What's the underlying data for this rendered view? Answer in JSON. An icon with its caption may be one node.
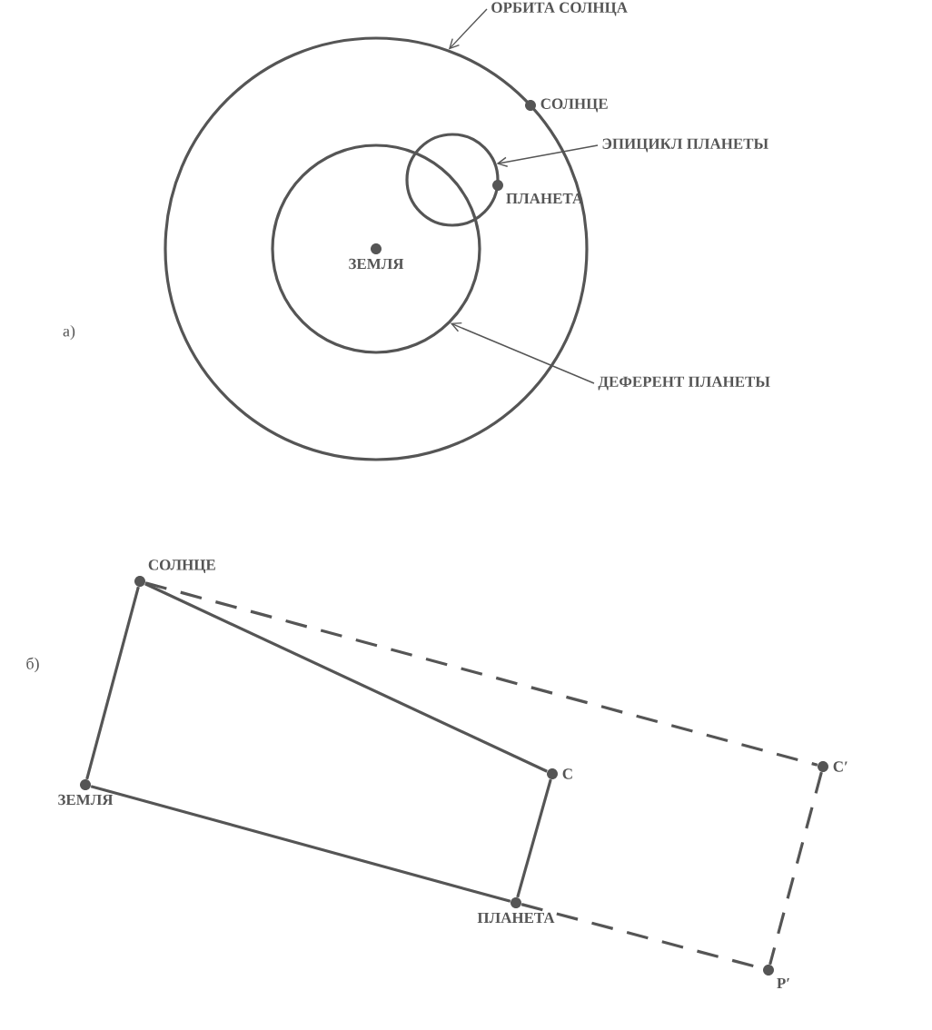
{
  "diagram": {
    "nodes": [
      {
        "text": [],
        "shape": "circle"
      },
      {
        "text": [],
        "shape": "circle",
        "in": 0
      },
      {
        "text": [],
        "shape": "circle",
        "in": 0
      },
      {
        "text": [
          "ЗЕМЛЯ"
        ],
        "in": 1
      },
      {
        "text": [
          "СОЛНЦЕ"
        ]
      },
      {
        "text": [
          "ПЛАНЕТА"
        ],
        "in": 0
      },
      {
        "text": [
          "ОРБИТА СОЛНЦА"
        ]
      },
      {
        "text": [
          "ЭПИЦИКЛ ПЛАНЕТЫ"
        ]
      },
      {
        "text": [
          "ДЕФЕРЕНТ ПЛАНЕТЫ"
        ]
      },
      {
        "text": [
          "СОЛНЦЕ"
        ]
      },
      {
        "text": [
          "ЗЕМЛЯ"
        ]
      },
      {
        "text": [
          "C"
        ]
      },
      {
        "text": [
          "ПЛАНЕТА"
        ]
      },
      {
        "text": [
          "C′"
        ]
      },
      {
        "text": [
          "P′"
        ]
      }
    ],
    "edges": [
      {
        "from": 6,
        "to": 0,
        "arrow": "to"
      },
      {
        "from": 7,
        "to": 2,
        "arrow": "to"
      },
      {
        "from": 8,
        "to": 1,
        "arrow": "to"
      },
      {
        "from": 9,
        "to": 10,
        "arrow": "none"
      },
      {
        "from": 9,
        "to": 11,
        "arrow": "none"
      },
      {
        "from": 10,
        "to": 12,
        "arrow": "none"
      },
      {
        "from": 11,
        "to": 12,
        "arrow": "none"
      },
      {
        "from": 9,
        "to": 13,
        "arrow": "none",
        "style": "dashed"
      },
      {
        "from": 13,
        "to": 14,
        "arrow": "none",
        "style": "dashed"
      },
      {
        "from": 12,
        "to": 14,
        "arrow": "none",
        "style": "dashed"
      }
    ],
    "labels": [
      "а)",
      "б)"
    ]
  }
}
